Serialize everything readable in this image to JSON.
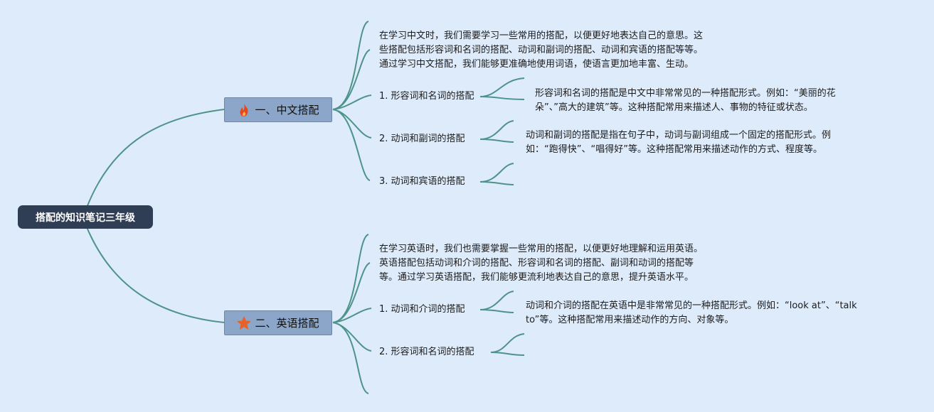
{
  "root": {
    "title": "搭配的知识笔记三年级"
  },
  "branches": [
    {
      "label": "一、中文搭配",
      "icon": "fire-icon",
      "intro": "在学习中文时，我们需要学习一些常用的搭配，以便更好地表达自己的意思。这\n些搭配包括形容词和名词的搭配、动词和副词的搭配、动词和宾语的搭配等等。\n通过学习中文搭配，我们能够更准确地使用词语，使语言更加地丰富、生动。",
      "items": [
        {
          "label": "1. 形容词和名词的搭配",
          "detail": "形容词和名词的搭配是中文中非常常见的一种搭配形式。例如：“美丽的花\n朵”、”高大的建筑”等。这种搭配常用来描述人、事物的特征或状态。"
        },
        {
          "label": "2. 动词和副词的搭配",
          "detail": "动词和副词的搭配是指在句子中，动词与副词组成一个固定的搭配形式。例\n如：“跑得快”、“唱得好”等。这种搭配常用来描述动作的方式、程度等。"
        },
        {
          "label": "3. 动词和宾语的搭配",
          "detail": ""
        }
      ]
    },
    {
      "label": "二、英语搭配",
      "icon": "star-icon",
      "intro": "在学习英语时，我们也需要掌握一些常用的搭配，以便更好地理解和运用英语。\n英语搭配包括动词和介词的搭配、形容词和名词的搭配、副词和动词的搭配等\n等。通过学习英语搭配，我们能够更流利地表达自己的意思，提升英语水平。",
      "items": [
        {
          "label": "1. 动词和介词的搭配",
          "detail": "动词和介词的搭配在英语中是非常常见的一种搭配形式。例如：“look at”、“talk\nto”等。这种搭配常用来描述动作的方向、对象等。"
        },
        {
          "label": "2. 形容词和名词的搭配",
          "detail": ""
        }
      ]
    }
  ],
  "colors": {
    "link": "#4e9389",
    "root_bg": "#2f3d55",
    "branch_bg": "#8ca6c9",
    "background": "#deebfb",
    "fire": "#e8491c",
    "star": "#e5632b"
  }
}
